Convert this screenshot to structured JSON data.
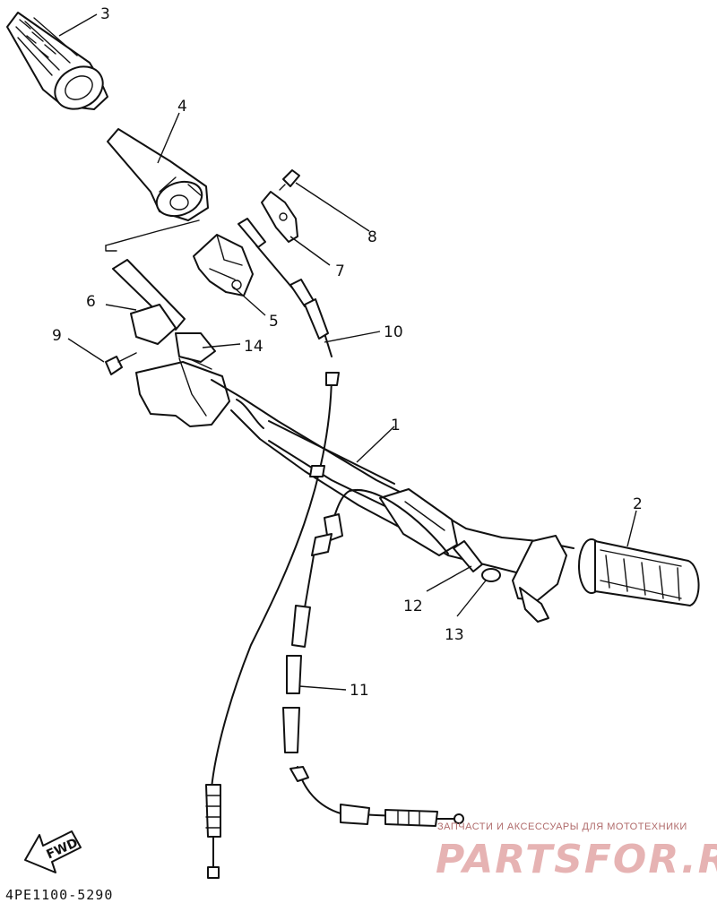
{
  "callouts": {
    "c1": "1",
    "c2": "2",
    "c3": "3",
    "c4": "4",
    "c5": "5",
    "c6": "6",
    "c7": "7",
    "c8": "8",
    "c9": "9",
    "c10": "10",
    "c11": "11",
    "c12": "12",
    "c13": "13",
    "c14": "14"
  },
  "diagram_code": "4PE1100-5290",
  "direction_marker": "FWD",
  "watermark": {
    "tagline": "ЗАПЧАСТИ И АКСЕССУАРЫ ДЛЯ МОТОТЕХНИКИ",
    "logo": "PARTSFOR.RU"
  }
}
